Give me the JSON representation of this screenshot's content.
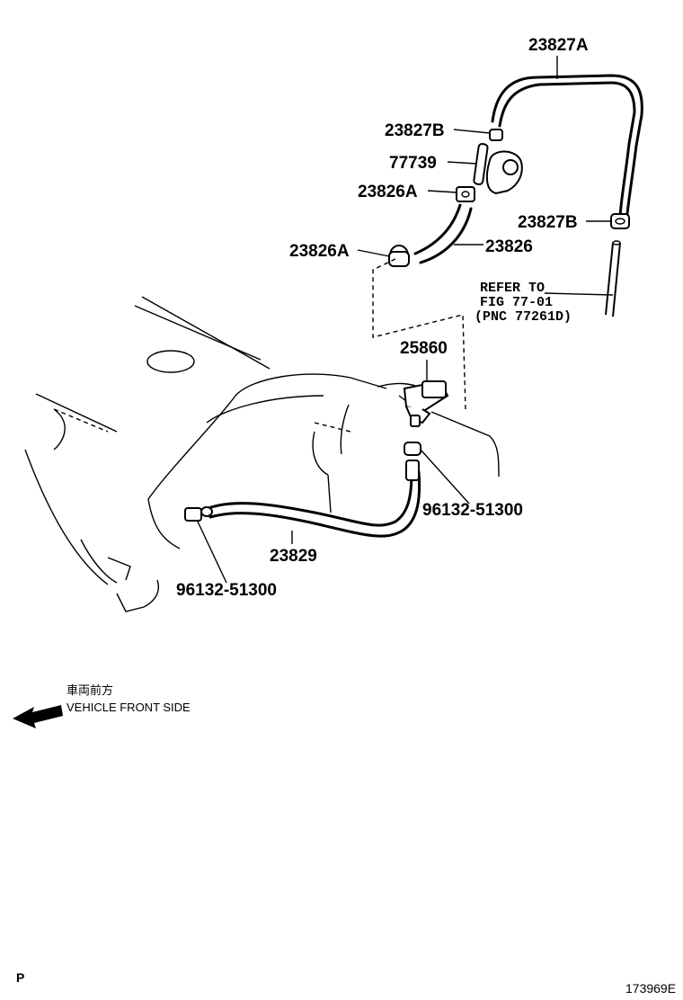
{
  "parts": {
    "p1": "23827A",
    "p2": "23827B",
    "p3": "77739",
    "p4": "23826A",
    "p5": "23827B",
    "p6": "23826A",
    "p7": "23826",
    "p8": "25860",
    "p9": "96132-51300",
    "p10": "23829",
    "p11": "96132-51300"
  },
  "reference": {
    "line1": "REFER TO",
    "line2": "FIG 77-01",
    "line3": "(PNC 77261D)"
  },
  "direction": {
    "jp": "車両前方",
    "en": "VEHICLE FRONT SIDE"
  },
  "corner_left": "P",
  "corner_right": "173969E"
}
